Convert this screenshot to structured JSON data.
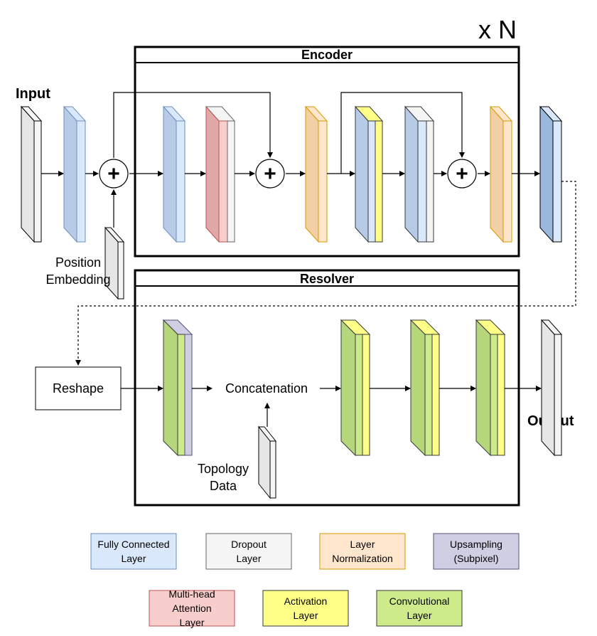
{
  "diagram": {
    "repeat_label": "x N",
    "input_label": "Input",
    "output_label": "Output",
    "encoder_title": "Encoder",
    "resolver_title": "Resolver",
    "position_label_1": "Position",
    "position_label_2": "Embedding",
    "reshape_label": "Reshape",
    "concat_label": "Concatenation",
    "topology_label_1": "Topology",
    "topology_label_2": "Data",
    "plus_symbol": "+"
  },
  "colors": {
    "fully_connected": "#dae8fc",
    "fully_connected_edge": "#6c8ebf",
    "dropout": "#f5f5f5",
    "layer_norm": "#ffe6cc",
    "layer_norm_edge": "#d79b00",
    "upsampling": "#d0cee2",
    "attention": "#f8cecc",
    "activation": "#ffff88",
    "convolution": "#cdeb8b"
  },
  "legend": [
    {
      "key": "fully_connected",
      "line1": "Fully Connected",
      "line2": "Layer"
    },
    {
      "key": "dropout",
      "line1": "Dropout",
      "line2": "Layer"
    },
    {
      "key": "layer_norm",
      "line1": "Layer",
      "line2": "Normalization"
    },
    {
      "key": "upsampling",
      "line1": "Upsampling",
      "line2": "(Subpixel)"
    },
    {
      "key": "attention",
      "line1": "Multi-head",
      "line2": "Attention",
      "line3": "Layer"
    },
    {
      "key": "activation",
      "line1": "Activation",
      "line2": "Layer"
    },
    {
      "key": "convolution",
      "line1": "Convolutional",
      "line2": "Layer"
    }
  ]
}
